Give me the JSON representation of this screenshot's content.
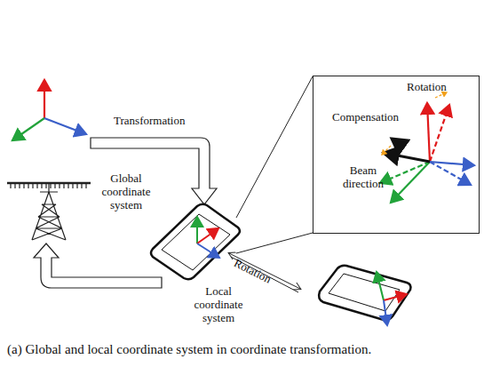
{
  "diagram": {
    "caption": "(a) Global and local coordinate system in coordinate transformation.",
    "nodes": [
      {
        "text": [
          "Rotation",
          "Compensation",
          "Beam direction"
        ]
      }
    ],
    "labels": [
      "Transformation",
      "Global coordinate system",
      "Local coordinate system",
      "Rotation"
    ]
  }
}
